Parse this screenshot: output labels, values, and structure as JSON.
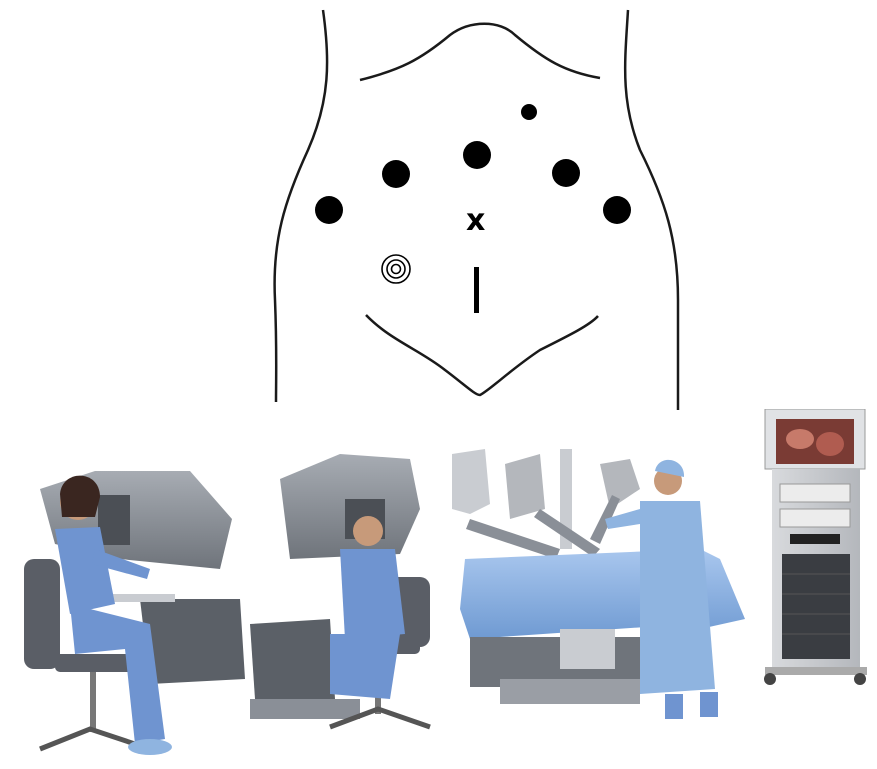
{
  "diagram": {
    "torso": {
      "outline_color": "#1a1a1a",
      "marker_symbol": "x"
    },
    "legend_symbols": [
      "robotic-port",
      "accessory-port",
      "camera-port",
      "target-x",
      "incision-line"
    ],
    "colors": {
      "port_fill": "#000000",
      "drape_blue": "#8fb4e0",
      "scrubs_blue": "#6f94d0",
      "console_gray": "#8a8f97",
      "metal_light": "#c9ccd1"
    }
  }
}
